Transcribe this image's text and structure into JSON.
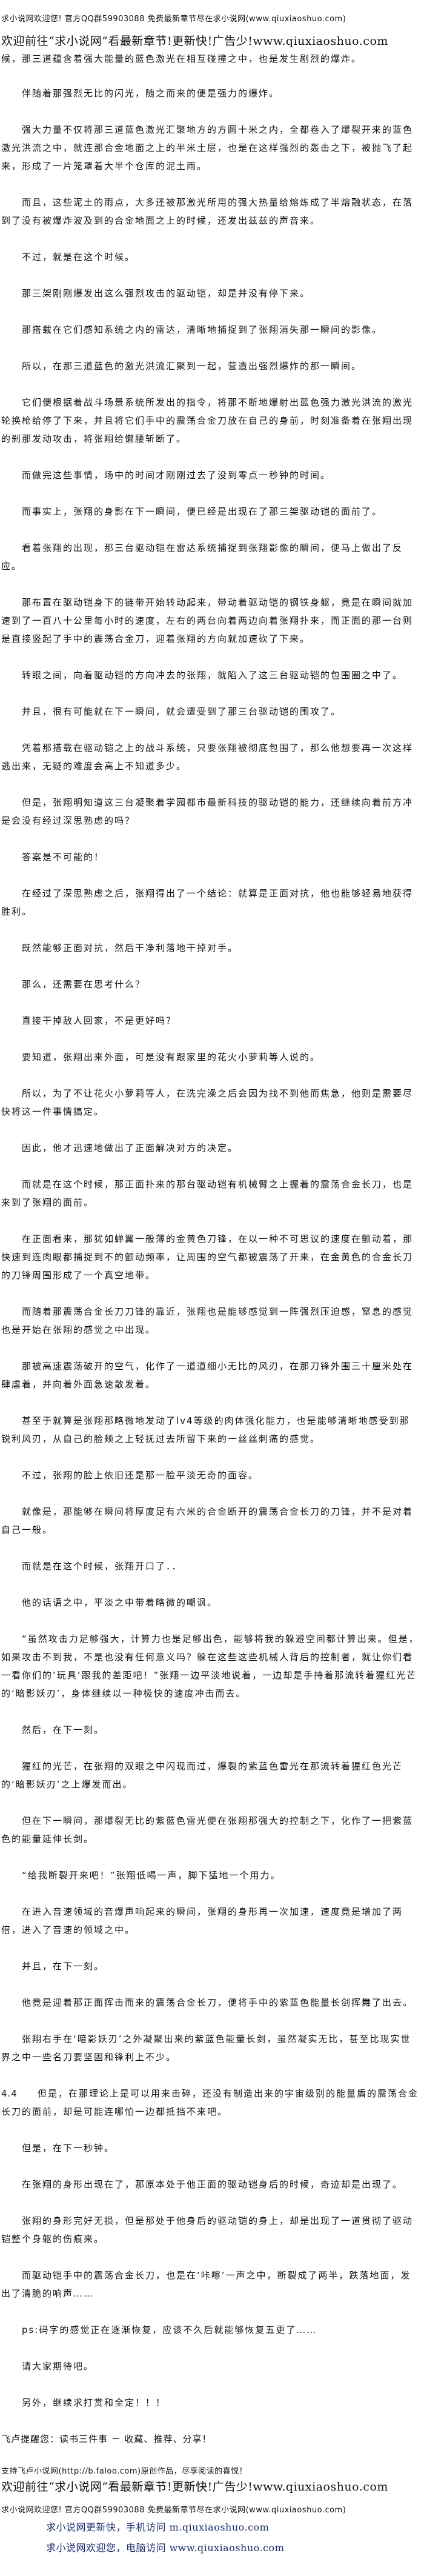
{
  "header": {
    "site_welcome": "求小说网欢迎您! 官方QQ群59903088 免费最新章节尽在求小说网(www.qiuxiaoshuo.com)",
    "promo": "欢迎前往“求小说网”看最新章节!更新快!广告少!www.qiuxiaoshuo.com"
  },
  "paragraphs": [
    {
      "text": "候，那三道蕴含着强大能量的蓝色激光在相互碰撞之中，也是发生剧烈的爆炸。",
      "continuation": true
    },
    {
      "text": "伴随着那强烈无比的闪光，随之而来的便是强力的爆炸。"
    },
    {
      "text": "强大力量不仅将那三道蓝色激光汇聚地方的方圆十米之内，全都卷入了爆裂开来的蓝色激光洪流之中，就连那合金地面之上的半米土层，也是在这样强烈的轰击之下，被抛飞了起来，形成了一片笼罩着大半个仓库的泥土雨。"
    },
    {
      "text": "而且，这些泥土的雨点，大多还被那激光所用的强大热量给熔炼成了半熔融状态，在落到了没有被爆炸波及到的合金地面之上的时候，还发出兹兹的声音来。"
    },
    {
      "text": "不过，就是在这个时候。"
    },
    {
      "text": "那三架刚刚爆发出这么强烈攻击的驱动铠，却是并没有停下来。"
    },
    {
      "text": "那搭载在它们感知系统之内的雷达，清晰地捕捉到了张翔消失那一瞬间的影像。"
    },
    {
      "text": "所以，在那三道蓝色的激光洪流汇聚到一起，营造出强烈爆炸的那一瞬间。"
    },
    {
      "text": "它们便根据着战斗场景系统所发出的指令，将那不断地爆射出蓝色强力激光洪流的激光轮换枪给停了下来，并且将它们手中的震荡合金刀放在自己的身前，时刻准备着在张翔出现的刹那发动攻击，将张翔给懒腰斩断了。"
    },
    {
      "text": "而做完这些事情，场中的时间才刚刚过去了没到零点一秒钟的时间。"
    },
    {
      "text": "而事实上，张翔的身影在下一瞬间，便已经是出现在了那三架驱动铠的面前了。"
    },
    {
      "text": "看着张翔的出现，那三台驱动铠在雷达系统捕捉到张翔影像的瞬间，便马上做出了反应。"
    },
    {
      "text": "那布置在驱动铠身下的链带开始转动起来，带动着驱动铠的钢铁身躯，竟是在瞬间就加速到了一百八十公里每小时的速度，左右的两台向着两边向着张翔扑来，而正面的那一台则是直接竖起了手中的震荡合金刀，迎着张翔的方向就加速砍了下来。"
    },
    {
      "text": "转眼之间，向着驱动铠的方向冲去的张翔，就陷入了这三台驱动铠的包围圈之中了。"
    },
    {
      "text": "并且，很有可能就在下一瞬间，就会遭受到了那三台驱动铠的围攻了。"
    },
    {
      "text": "凭着那搭载在驱动铠之上的战斗系统，只要张翔被彻底包围了，那么他想要再一次这样逃出来，无疑的难度会高上不知道多少。"
    },
    {
      "text": "但是，张翔明知道这三台凝聚着学园都市最新科技的驱动铠的能力，还继续向着前方冲是会没有经过深思熟虑的吗？"
    },
    {
      "text": "答案是不可能的！"
    },
    {
      "text": "在经过了深思熟虑之后，张翔得出了一个结论：就算是正面对抗，他也能够轻易地获得胜利。"
    },
    {
      "text": "既然能够正面对抗，然后干净利落地干掉对手。"
    },
    {
      "text": "那么，还需要在思考什么？"
    },
    {
      "text": "直接干掉敌人回家，不是更好吗？"
    },
    {
      "text": "要知道，张翔出来外面，可是没有跟家里的花火小萝莉等人说的。"
    },
    {
      "text": "所以，为了不让花火小萝莉等人，在洗完澡之后会因为找不到他而焦急，他则是需要尽快将这一件事情搞定。"
    },
    {
      "text": "因此，他才迅速地做出了正面解决对方的决定。"
    },
    {
      "text": "而就是在这个时候，那正面扑来的那台驱动铠有机械臂之上握着的震荡合金长刀，也是来到了张翔的面前。"
    },
    {
      "text": "在正面看来，那犹如蝉翼一般薄的金黄色刀锋，在以一种不可思议的速度在颤动着，那快速到连肉眼都捕捉到不的颤动频率，让周围的空气都被震荡了开来，在金黄色的合金长刀的刀锋周围形成了一个真空地带。"
    },
    {
      "text": "而随着那震荡合金长刀刀锋的靠近，张翔也是能够感觉到一阵强烈压迫感，窒息的感觉也是开始在张翔的感觉之中出现。"
    },
    {
      "text": "那被高速震荡破开的空气，化作了一道道细小无比的风刃，在那刀锋外围三十厘米处在肆虐着，并向着外面急速散发着。"
    },
    {
      "text": "甚至于就算是张翔那略微地发动了lv4等级的肉体强化能力，也是能够清晰地感受到那锐利风刃，从自己的脸颊之上轻抚过去所留下来的一丝丝刺痛的感觉。"
    },
    {
      "text": "不过，张翔的脸上依旧还是那一脸平淡无奇的面容。"
    },
    {
      "text": "就像是，那能够在瞬间将厚度足有六米的合金断开的震荡合金长刀的刀锋，并不是对着自己一般。"
    },
    {
      "text": "而就是在这个时候，张翔开口了．．"
    },
    {
      "text": "他的话语之中，平淡之中带着略微的嘲讽。"
    },
    {
      "text": "“虽然攻击力足够强大，计算力也是足够出色，能够将我的躲避空间都计算出来。但是，如果攻击不到我，不是也没有任何意义吗？躲在这些这些机械人背后的控制者，就让你们看一看你们的‘玩具’跟我的差距吧！”张翔一边平淡地说着，一边却是手持着那流转着猩红光芒的‘暗影妖刃’，身体继续以一种极快的速度冲击而去。"
    },
    {
      "text": "然后，在下一刻。"
    },
    {
      "text": "猩红的光芒，在张翔的双眼之中闪现而过，爆裂的紫蓝色雷光在那流转着猩红色光芒的‘暗影妖刃’之上爆发而出。"
    },
    {
      "text": "但在下一瞬间，那爆裂无比的紫蓝色雷光便在张翔那强大的控制之下，化作了一把紫蓝色的能量延伸长剑。"
    },
    {
      "text": "“给我断裂开来吧！”张翔低喝一声，脚下猛地一个用力。"
    },
    {
      "text": "在进入音速领域的音爆声响起来的瞬间，张翔的身形再一次加速，速度竟是增加了两倍，进入了音速的领域之中。"
    },
    {
      "text": "并且，在下一刻。"
    },
    {
      "text": "他竟是迎着那正面挥击而来的震荡合金长刀，便将手中的紫蓝色能量长剑挥舞了出去。"
    },
    {
      "text": "张翔右手在‘暗影妖刃’之外凝聚出来的紫蓝色能量长剑，虽然凝实无比，甚至比现实世界之中一些名刀要坚固和锋利上不少。"
    },
    {
      "prefix": "4.4",
      "text": "但是，在那理论上是可以用来击碎，还没有制造出来的宇宙级别的能量盾的震荡合金长刀的面前，却是可能连哪怕一边都抵挡不来吧。"
    },
    {
      "text": "但是，在下一秒钟。"
    },
    {
      "text": "在张翔的身形出现在了，那原本处于他正面的驱动铠身后的时候，奇迹却是出现了。"
    },
    {
      "text": "张翔的身形完好无损，但是那处于他身后的驱动铠的身上，却是出现了一道贯彻了驱动铠整个身躯的伤痕来。"
    },
    {
      "text": "而驱动铠手中的震荡合金长刀，也是在‘咔嚓’一声之中，断裂成了两半，跌落地面，发出了清脆的响声……"
    },
    {
      "text": "ps:码字的感觉正在逐渐恢复，应该不久后就能够恢复五更了……"
    },
    {
      "text": "请大家期待吧。"
    },
    {
      "text": "另外，继续求打赏和全定！！！"
    }
  ],
  "footer": {
    "reminder": "飞卢提醒您：读书三件事 － 收藏、推荐、分享！",
    "support": "支持飞卢小说网(http://b.faloo.com)原创作品，尽享阅读的喜悦！",
    "promo": "欢迎前往“求小说网”看最新章节!更新快!广告少!www.qiuxiaoshuo.com",
    "site_welcome": "求小说网欢迎您! 官方QQ群59903088 免费最新章节尽在求小说网(www.qiuxiaoshuo.com)",
    "mobile": "求小说网更新快，手机访问 m.qiuxiaoshuo.com",
    "desktop": "求小说网欢迎您，电脑访问 www.qiuxiaoshuo.com",
    "link_color": "#1b2a6b"
  }
}
